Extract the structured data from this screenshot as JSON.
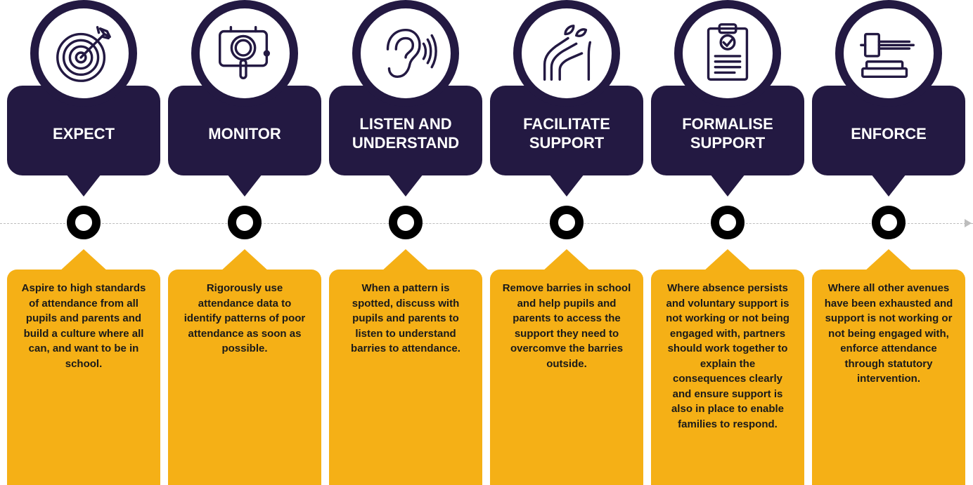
{
  "colors": {
    "navy": "#231942",
    "gold": "#f5b016",
    "node_ring": "#000000",
    "timeline": "#bdbdbd"
  },
  "steps": [
    {
      "title": "EXPECT",
      "icon": "target-dart-icon",
      "description": "Aspire to high standards of attendance from all pupils and parents and build a culture where all can, and want to be in school."
    },
    {
      "title": "MONITOR",
      "icon": "magnifier-monitor-icon",
      "description": "Rigorously use attendance data to identify patterns of poor attendance as soon as possible."
    },
    {
      "title": "LISTEN AND\nUNDERSTAND",
      "icon": "ear-listening-icon",
      "description": "When a pattern is spotted, discuss with pupils and parents to listen to understand barries to attendance."
    },
    {
      "title": "FACILITATE\nSUPPORT",
      "icon": "supporting-hands-icon",
      "description": "Remove barries in school and help pupils and parents to access the support they need to overcomve the barries outside."
    },
    {
      "title": "FORMALISE\nSUPPORT",
      "icon": "clipboard-check-icon",
      "description": "Where absence persists and voluntary support is not working or not being engaged with, partners should work together to explain the consequences clearly and ensure support is also in place to enable families to respond."
    },
    {
      "title": "ENFORCE",
      "icon": "gavel-icon",
      "description": "Where all other avenues have been exhausted and support is not working or not being engaged with, enforce attendance through statutory intervention."
    }
  ]
}
